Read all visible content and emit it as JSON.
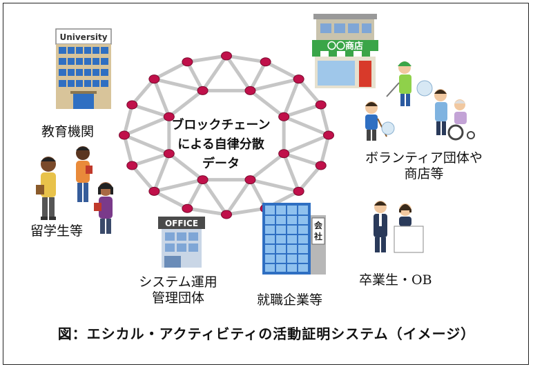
{
  "center_label": {
    "line1": "ブロックチェーン",
    "line2": "による自律分散",
    "line3": "データ"
  },
  "nodes": {
    "education": {
      "label": "教育機関",
      "sign": "University"
    },
    "students": {
      "label": "留学生等"
    },
    "office": {
      "label_line1": "システム運用",
      "label_line2": "管理団体",
      "sign": "OFFICE"
    },
    "company": {
      "label": "就職企業等",
      "sign_line1": "会",
      "sign_line2": "社"
    },
    "graduates": {
      "label": "卒業生・OB"
    },
    "volunteer": {
      "label_line1": "ボランティア団体や",
      "label_line2": "商店等",
      "shop_sign": "〇〇商店"
    }
  },
  "caption": "図：エシカル・アクティビティの活動証明システム（イメージ）",
  "colors": {
    "node": "#c0104a",
    "edge": "#c8c8c8",
    "building_blue": "#2f6fc2",
    "shop_green": "#3aa548"
  }
}
